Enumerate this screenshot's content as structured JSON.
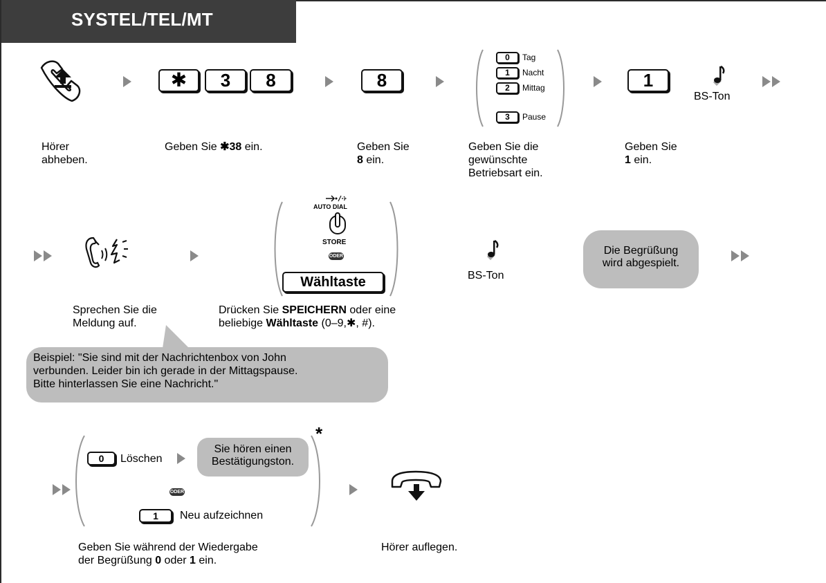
{
  "header": {
    "title": "SYSTEL/TEL/MT"
  },
  "row1": {
    "key_star38": {
      "k1": "✱",
      "k2": "3",
      "k3": "8"
    },
    "key_8": "8",
    "modes": [
      {
        "key": "0",
        "label": "Tag"
      },
      {
        "key": "1",
        "label": "Nacht"
      },
      {
        "key": "2",
        "label": "Mittag"
      },
      {
        "key": "3",
        "label": "Pause"
      }
    ],
    "key_1": "1",
    "tone_label": "BS-Ton",
    "captions": {
      "lift": [
        "Hörer",
        "abheben."
      ],
      "enter38_prefix": "Geben Sie ",
      "enter38_bold": "✱38",
      "enter38_suffix": " ein.",
      "enter8_line1": "Geben Sie",
      "enter8_bold": "8",
      "enter8_suffix": " ein.",
      "mode_lines": [
        "Geben Sie die",
        "gewünschte",
        "Betriebsart ein."
      ],
      "enter1_line1": "Geben Sie",
      "enter1_bold": "1",
      "enter1_suffix": " ein."
    }
  },
  "row2": {
    "auto_dial_label": "AUTO DIAL",
    "store_label": "STORE",
    "oder": "ODER",
    "dial_key_label": "Wähltaste",
    "tone_label": "BS-Ton",
    "greeting_bubble": [
      "Die Begrüßung",
      "wird abgespielt."
    ],
    "captions": {
      "speak": [
        "Sprechen Sie die",
        "Meldung auf."
      ],
      "press_prefix": "Drücken Sie ",
      "press_bold1": "SPEICHERN",
      "press_mid": " oder eine",
      "press_line2_prefix": "beliebige ",
      "press_bold2": "Wähltaste",
      "press_line2_suffix": " (0–9,✱, #)."
    },
    "example": [
      "Beispiel: \"Sie sind mit der Nachrichtenbox von John",
      "verbunden. Leider bin ich gerade in der Mittagspause.",
      "Bitte hinterlassen Sie eine Nachricht.\""
    ]
  },
  "row3": {
    "key_0": "0",
    "delete_label": "Löschen",
    "confirm_bubble": [
      "Sie hören einen",
      "Bestätigungston."
    ],
    "oder": "ODER",
    "key_1": "1",
    "rerecord_label": "Neu aufzeichnen",
    "asterisk": "*",
    "captions": {
      "during_line1": "Geben Sie während der Wiedergabe",
      "during_line2_prefix": "der Begrüßung ",
      "during_bold1": "0",
      "during_mid": " oder ",
      "during_bold2": "1",
      "during_suffix": " ein.",
      "hang_up": "Hörer auflegen."
    }
  },
  "colors": {
    "header_bg": "#3d3d3d",
    "arrow": "#8a8a8a",
    "bubble": "#bdbdbd"
  }
}
